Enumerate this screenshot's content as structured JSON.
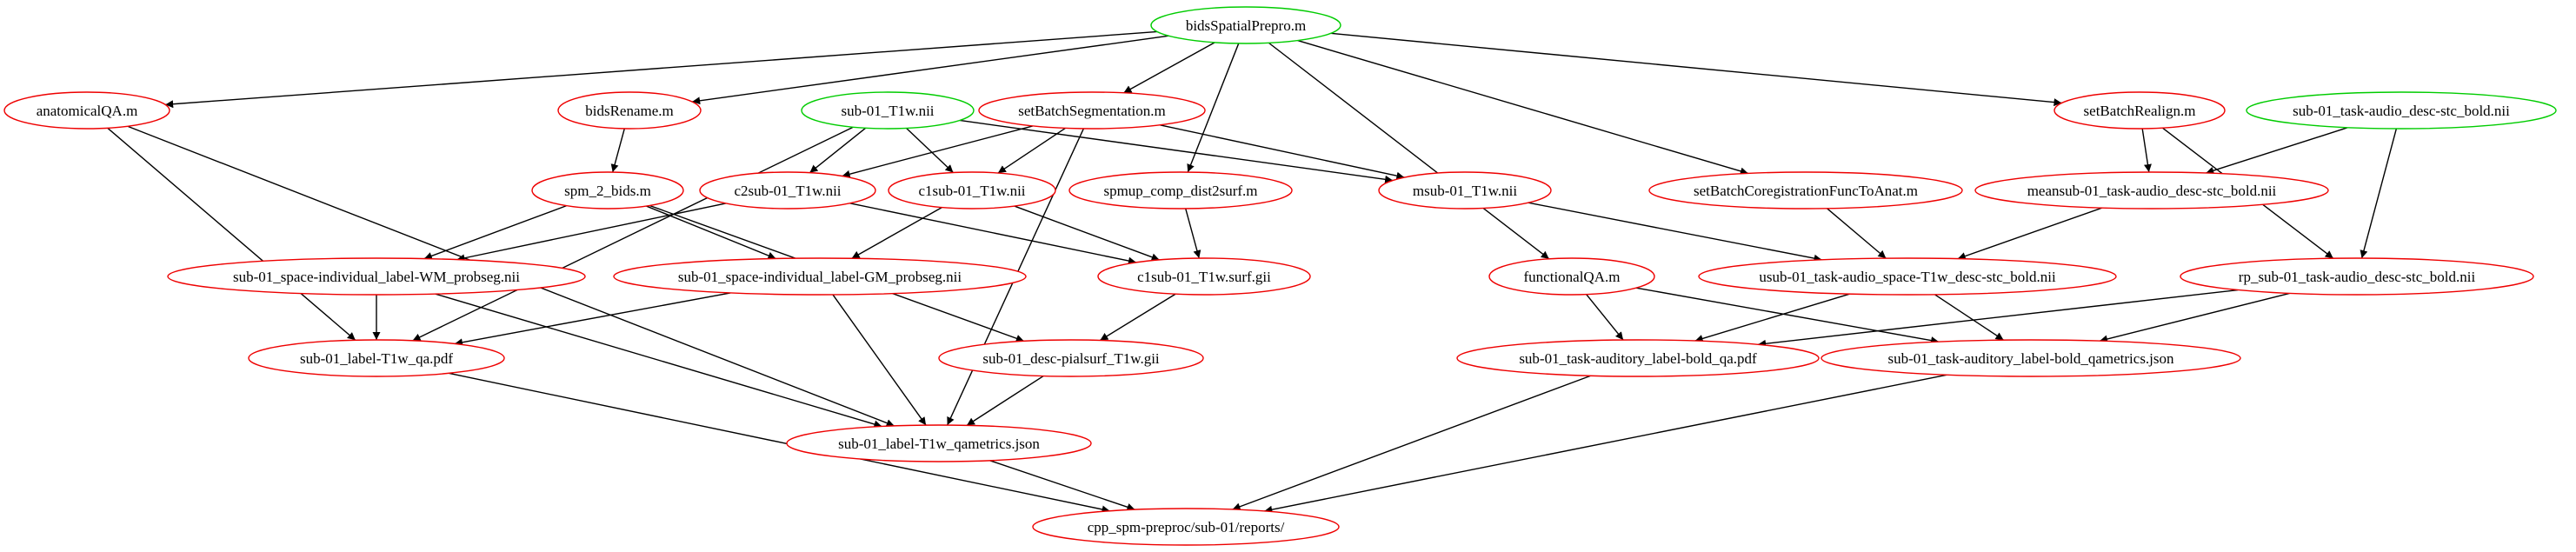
{
  "colors": {
    "input": "#00cc00",
    "derived": "#ee0000",
    "edge": "#000000"
  },
  "nodes": [
    {
      "id": "bidsSpatialPrepro",
      "label": "bidsSpatialPrepro.m",
      "kind": "input"
    },
    {
      "id": "anatomicalQA",
      "label": "anatomicalQA.m",
      "kind": "derived"
    },
    {
      "id": "bidsRename",
      "label": "bidsRename.m",
      "kind": "derived"
    },
    {
      "id": "sub01T1w",
      "label": "sub-01_T1w.nii",
      "kind": "input"
    },
    {
      "id": "setBatchSegmentation",
      "label": "setBatchSegmentation.m",
      "kind": "derived"
    },
    {
      "id": "setBatchRealign",
      "label": "setBatchRealign.m",
      "kind": "derived"
    },
    {
      "id": "sub01TaskBold",
      "label": "sub-01_task-audio_desc-stc_bold.nii",
      "kind": "input"
    },
    {
      "id": "spm2bids",
      "label": "spm_2_bids.m",
      "kind": "derived"
    },
    {
      "id": "c2sub01",
      "label": "c2sub-01_T1w.nii",
      "kind": "derived"
    },
    {
      "id": "c1sub01",
      "label": "c1sub-01_T1w.nii",
      "kind": "derived"
    },
    {
      "id": "spmupDist2surf",
      "label": "spmup_comp_dist2surf.m",
      "kind": "derived"
    },
    {
      "id": "msub01",
      "label": "msub-01_T1w.nii",
      "kind": "derived"
    },
    {
      "id": "setBatchCoreg",
      "label": "setBatchCoregistrationFuncToAnat.m",
      "kind": "derived"
    },
    {
      "id": "meanBold",
      "label": "meansub-01_task-audio_desc-stc_bold.nii",
      "kind": "derived"
    },
    {
      "id": "wmProbseg",
      "label": "sub-01_space-individual_label-WM_probseg.nii",
      "kind": "derived"
    },
    {
      "id": "gmProbseg",
      "label": "sub-01_space-individual_label-GM_probseg.nii",
      "kind": "derived"
    },
    {
      "id": "c1surf",
      "label": "c1sub-01_T1w.surf.gii",
      "kind": "derived"
    },
    {
      "id": "functionalQA",
      "label": "functionalQA.m",
      "kind": "derived"
    },
    {
      "id": "usubBold",
      "label": "usub-01_task-audio_space-T1w_desc-stc_bold.nii",
      "kind": "derived"
    },
    {
      "id": "rpBold",
      "label": "rp_sub-01_task-audio_desc-stc_bold.nii",
      "kind": "derived"
    },
    {
      "id": "t1wQaPdf",
      "label": "sub-01_label-T1w_qa.pdf",
      "kind": "derived"
    },
    {
      "id": "pialsurf",
      "label": "sub-01_desc-pialsurf_T1w.gii",
      "kind": "derived"
    },
    {
      "id": "boldQaPdf",
      "label": "sub-01_task-auditory_label-bold_qa.pdf",
      "kind": "derived"
    },
    {
      "id": "boldQametrics",
      "label": "sub-01_task-auditory_label-bold_qametrics.json",
      "kind": "derived"
    },
    {
      "id": "t1wQametrics",
      "label": "sub-01_label-T1w_qametrics.json",
      "kind": "derived"
    },
    {
      "id": "reports",
      "label": "cpp_spm-preproc/sub-01/reports/",
      "kind": "derived"
    }
  ],
  "edges": [
    [
      "bidsSpatialPrepro",
      "anatomicalQA"
    ],
    [
      "bidsSpatialPrepro",
      "bidsRename"
    ],
    [
      "bidsSpatialPrepro",
      "setBatchSegmentation"
    ],
    [
      "bidsSpatialPrepro",
      "setBatchRealign"
    ],
    [
      "bidsSpatialPrepro",
      "spmupDist2surf"
    ],
    [
      "bidsSpatialPrepro",
      "setBatchCoreg"
    ],
    [
      "bidsSpatialPrepro",
      "functionalQA"
    ],
    [
      "bidsRename",
      "spm2bids"
    ],
    [
      "sub01T1w",
      "c2sub01"
    ],
    [
      "sub01T1w",
      "c1sub01"
    ],
    [
      "sub01T1w",
      "msub01"
    ],
    [
      "sub01T1w",
      "t1wQaPdf"
    ],
    [
      "setBatchSegmentation",
      "c2sub01"
    ],
    [
      "setBatchSegmentation",
      "c1sub01"
    ],
    [
      "setBatchSegmentation",
      "msub01"
    ],
    [
      "setBatchSegmentation",
      "t1wQametrics"
    ],
    [
      "setBatchRealign",
      "meanBold"
    ],
    [
      "setBatchRealign",
      "rpBold"
    ],
    [
      "sub01TaskBold",
      "meanBold"
    ],
    [
      "sub01TaskBold",
      "rpBold"
    ],
    [
      "spm2bids",
      "wmProbseg"
    ],
    [
      "spm2bids",
      "gmProbseg"
    ],
    [
      "spm2bids",
      "pialsurf"
    ],
    [
      "c2sub01",
      "wmProbseg"
    ],
    [
      "c2sub01",
      "c1surf"
    ],
    [
      "c1sub01",
      "gmProbseg"
    ],
    [
      "c1sub01",
      "c1surf"
    ],
    [
      "spmupDist2surf",
      "c1surf"
    ],
    [
      "msub01",
      "usubBold"
    ],
    [
      "setBatchCoreg",
      "usubBold"
    ],
    [
      "meanBold",
      "usubBold"
    ],
    [
      "anatomicalQA",
      "t1wQaPdf"
    ],
    [
      "anatomicalQA",
      "t1wQametrics"
    ],
    [
      "wmProbseg",
      "t1wQaPdf"
    ],
    [
      "wmProbseg",
      "t1wQametrics"
    ],
    [
      "gmProbseg",
      "t1wQaPdf"
    ],
    [
      "gmProbseg",
      "t1wQametrics"
    ],
    [
      "c1surf",
      "pialsurf"
    ],
    [
      "pialsurf",
      "t1wQametrics"
    ],
    [
      "functionalQA",
      "boldQaPdf"
    ],
    [
      "functionalQA",
      "boldQametrics"
    ],
    [
      "usubBold",
      "boldQaPdf"
    ],
    [
      "usubBold",
      "boldQametrics"
    ],
    [
      "rpBold",
      "boldQaPdf"
    ],
    [
      "rpBold",
      "boldQametrics"
    ],
    [
      "t1wQaPdf",
      "reports"
    ],
    [
      "t1wQametrics",
      "reports"
    ],
    [
      "boldQaPdf",
      "reports"
    ],
    [
      "boldQametrics",
      "reports"
    ]
  ]
}
